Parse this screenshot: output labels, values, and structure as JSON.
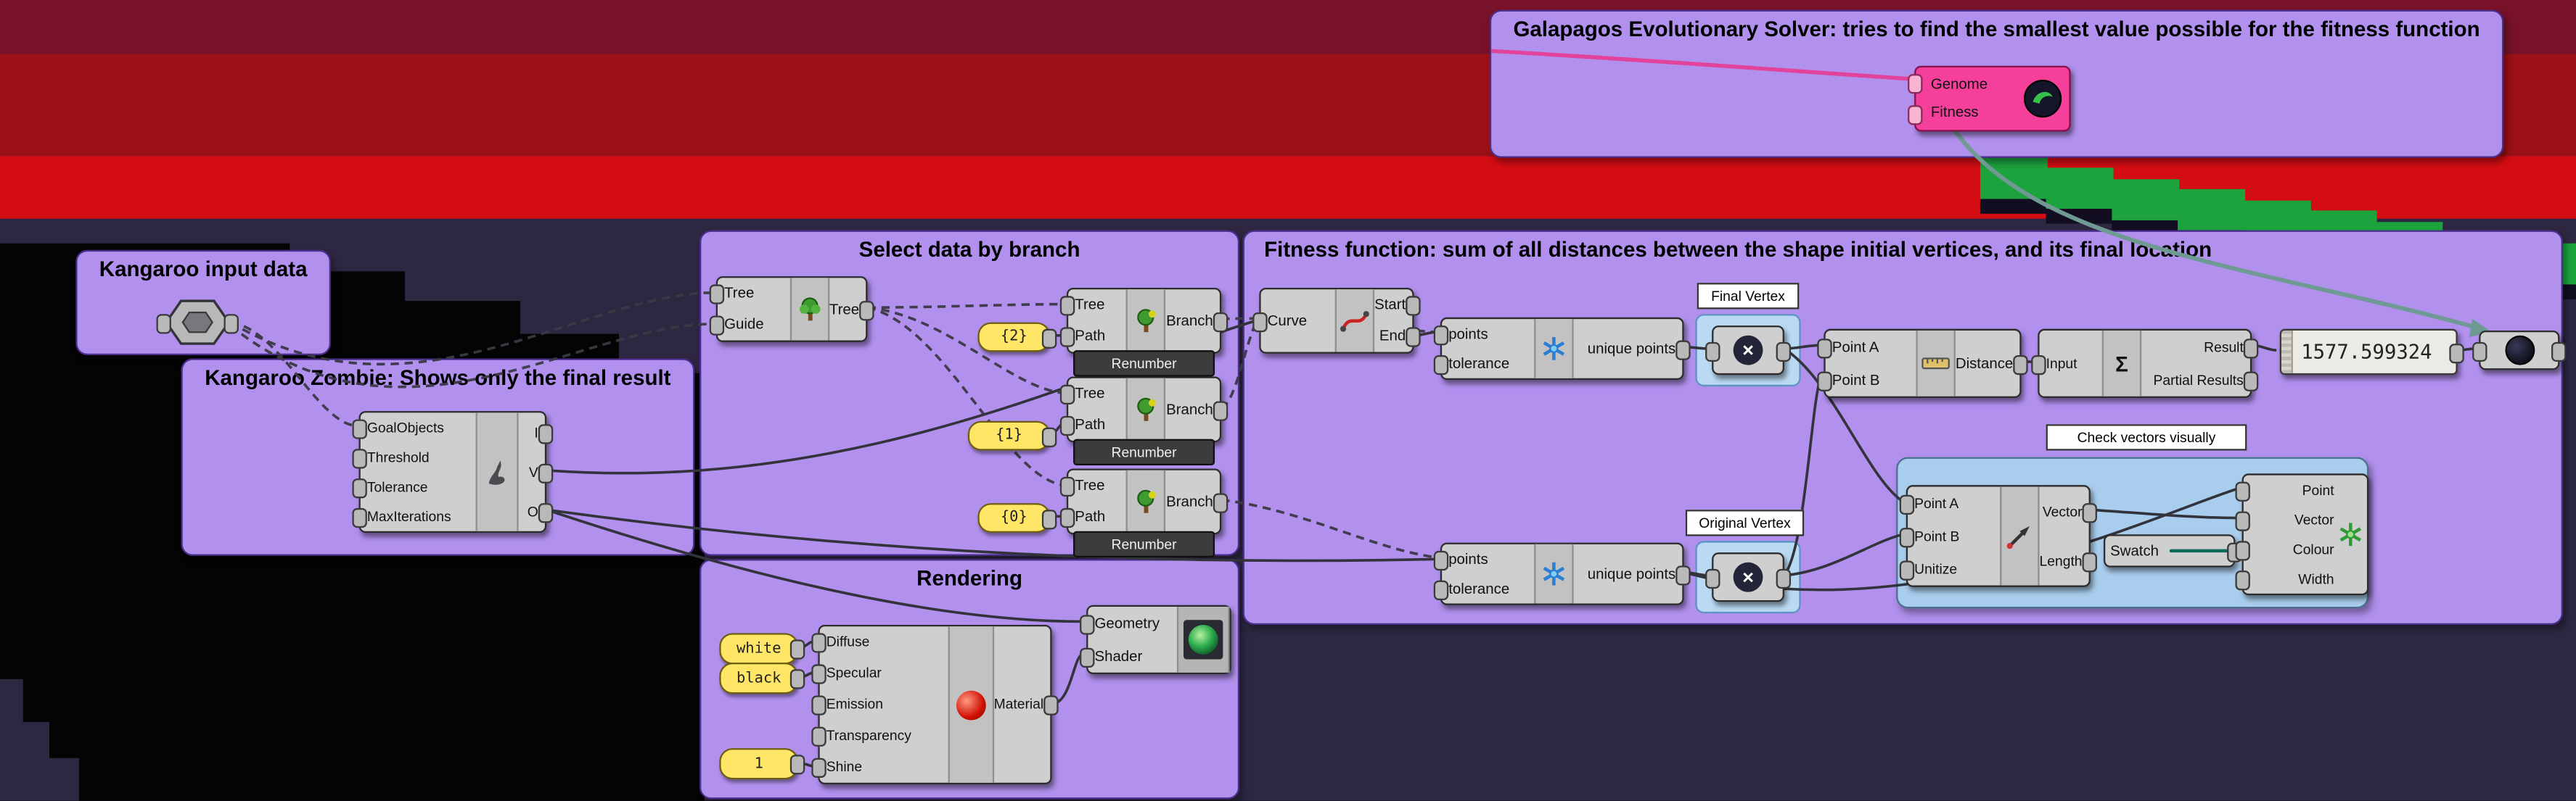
{
  "colors": {
    "canvas_purple": "#2e2742",
    "group_purple": "#b190ee",
    "group_blue": "#a9cdec",
    "selection_blue": "#badaf4",
    "band_dark_red": "#78112a",
    "band_mid_red": "#9c1017",
    "band_bright_red": "#d40d12",
    "viewport_green": "#1ca33e",
    "panel_yellow": "#ffe666",
    "galapagos_pink": "#f4409a",
    "swatch_teal": "#1fc5a4",
    "magenta_wire": "#e2439a",
    "arrow_teal": "#6f9a93"
  },
  "groups": {
    "galapagos": {
      "title": "Galapagos Evolutionary Solver: tries to find the smallest value possible for the fitness function"
    },
    "kangaroo_input": {
      "title": "Kangaroo input data"
    },
    "zombie": {
      "title": "Kangaroo Zombie: Shows only the final result"
    },
    "select_branch": {
      "title": "Select data by branch"
    },
    "rendering": {
      "title": "Rendering"
    },
    "fitness": {
      "title": "Fitness function: sum of all distances between the shape initial vertices, and its final location"
    },
    "check_vectors": {
      "label": "Check vectors visually"
    },
    "final_vertex": {
      "label": "Final Vertex"
    },
    "original_vertex": {
      "label": "Original Vertex"
    }
  },
  "components": {
    "galapagos_solver": {
      "inputs": [
        "Genome",
        "Fitness"
      ],
      "icon": "galapagos-icon"
    },
    "mesh_param": {
      "icon": "mesh-hexagon-icon"
    },
    "zombie_solver": {
      "inputs": [
        "GoalObjects",
        "Threshold",
        "Tolerance",
        "MaxIterations"
      ],
      "outputs": [
        "I",
        "V",
        "O"
      ],
      "icon": "kangaroo-icon"
    },
    "tree_selector": {
      "inputs": [
        "Tree",
        "Guide"
      ],
      "output": "Tree",
      "icon": "tree-icon"
    },
    "branch_panels": [
      "{2}",
      "{1}",
      "{0}"
    ],
    "tree_branch": {
      "inputs": [
        "Tree",
        "Path"
      ],
      "output": "Branch",
      "bar": "Renumber",
      "icon": "tree-branch-icon"
    },
    "render_panels": [
      "white",
      "black",
      "1"
    ],
    "material": {
      "inputs": [
        "Diffuse",
        "Specular",
        "Emission",
        "Transparency",
        "Shine"
      ],
      "output": "Material",
      "icon": "material-sphere-icon"
    },
    "preview": {
      "inputs": [
        "Geometry",
        "Shader"
      ],
      "icon": "preview-sphere-icon"
    },
    "curve": {
      "input": "Curve",
      "outputs": [
        "Start",
        "End"
      ],
      "icon": "curve-icon"
    },
    "unique_points": {
      "inputs": [
        "points",
        "tolerance"
      ],
      "output": "unique points",
      "icon": "points-asterisk-icon"
    },
    "list_item": {
      "glyph": "×",
      "icon": "x-icon"
    },
    "distance": {
      "inputs": [
        "Point A",
        "Point B"
      ],
      "output": "Distance",
      "icon": "ruler-icon"
    },
    "mass_addition": {
      "input": "Input",
      "outputs": [
        "Result",
        "Partial Results"
      ],
      "sigma": "Σ",
      "icon": "sigma-icon"
    },
    "fitness_panel": {
      "value": "1577.599324"
    },
    "gene_reader": {
      "icon": "dark-sphere-icon"
    },
    "vector_2pt": {
      "inputs": [
        "Point A",
        "Point B",
        "Unitize"
      ],
      "outputs": [
        "Vector",
        "Length"
      ],
      "icon": "vector-arrow-icon"
    },
    "swatch": {
      "label": "Swatch",
      "color": "#1fc5a4"
    },
    "vector_display": {
      "inputs": [
        "Point",
        "Vector",
        "Colour",
        "Width"
      ],
      "icon": "display-asterisk-icon"
    }
  }
}
